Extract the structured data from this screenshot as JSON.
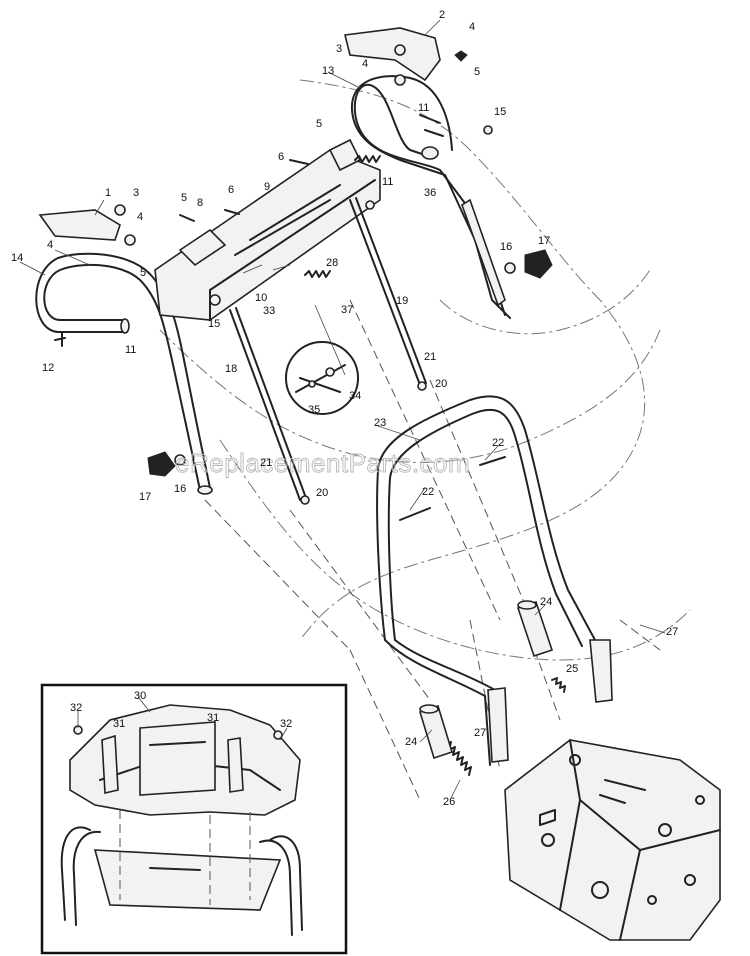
{
  "watermark": "eReplacementParts.com",
  "part_numbers": {
    "p1": "1",
    "p2": "2",
    "p3": "3",
    "p4": "4",
    "p5": "5",
    "p6": "6",
    "p8": "8",
    "p9": "9",
    "p10": "10",
    "p11": "11",
    "p12": "12",
    "p13": "13",
    "p14": "14",
    "p15": "15",
    "p16": "16",
    "p17": "17",
    "p18": "18",
    "p19": "19",
    "p20": "20",
    "p21": "21",
    "p22": "22",
    "p23": "23",
    "p24": "24",
    "p25": "25",
    "p26": "26",
    "p27": "27",
    "p28": "28",
    "p30": "30",
    "p31": "31",
    "p32": "32",
    "p33": "33",
    "p34": "34",
    "p35": "35",
    "p36": "36",
    "p37": "37"
  }
}
